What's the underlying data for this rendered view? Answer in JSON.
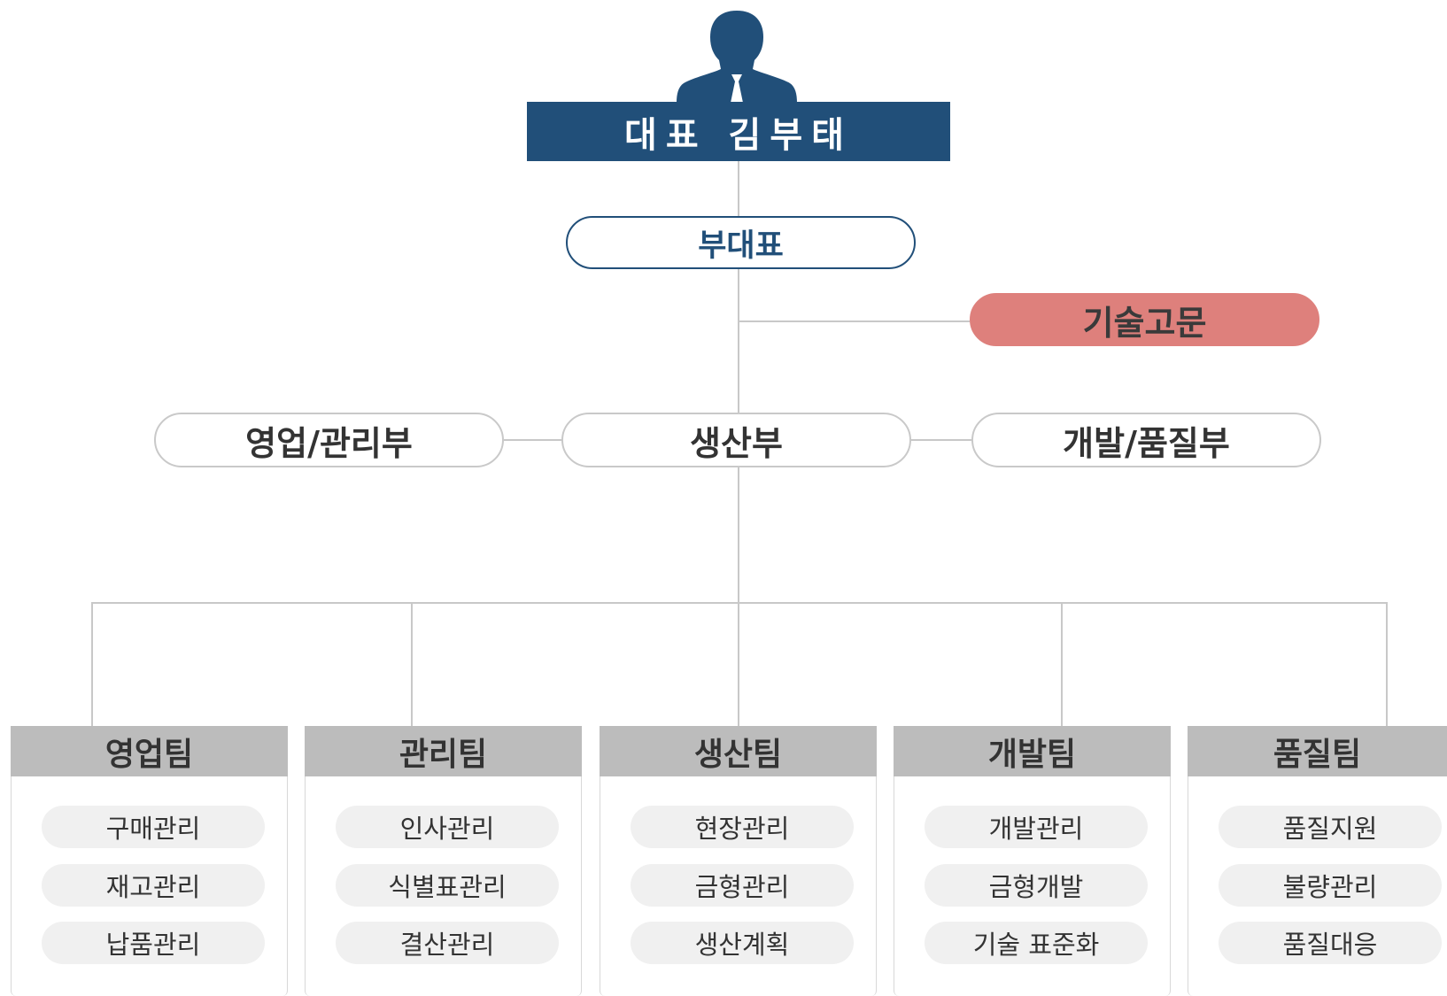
{
  "ceo": {
    "label": "대표 김부태"
  },
  "vice": {
    "label": "부대표"
  },
  "advisor": {
    "label": "기술고문"
  },
  "departments": [
    {
      "label": "영업/관리부"
    },
    {
      "label": "생산부"
    },
    {
      "label": "개발/품질부"
    }
  ],
  "teams": [
    {
      "name": "영업팀",
      "tasks": [
        "구매관리",
        "재고관리",
        "납품관리"
      ]
    },
    {
      "name": "관리팀",
      "tasks": [
        "인사관리",
        "식별표관리",
        "결산관리"
      ]
    },
    {
      "name": "생산팀",
      "tasks": [
        "현장관리",
        "금형관리",
        "생산계획"
      ]
    },
    {
      "name": "개발팀",
      "tasks": [
        "개발관리",
        "금형개발",
        "기술 표준화"
      ]
    },
    {
      "name": "품질팀",
      "tasks": [
        "품질지원",
        "불량관리",
        "품질대응"
      ]
    }
  ],
  "colors": {
    "ceo": "#214f79",
    "advisor": "#de807c",
    "team_header": "#bcbcbc",
    "connector": "#c8c8c8"
  }
}
